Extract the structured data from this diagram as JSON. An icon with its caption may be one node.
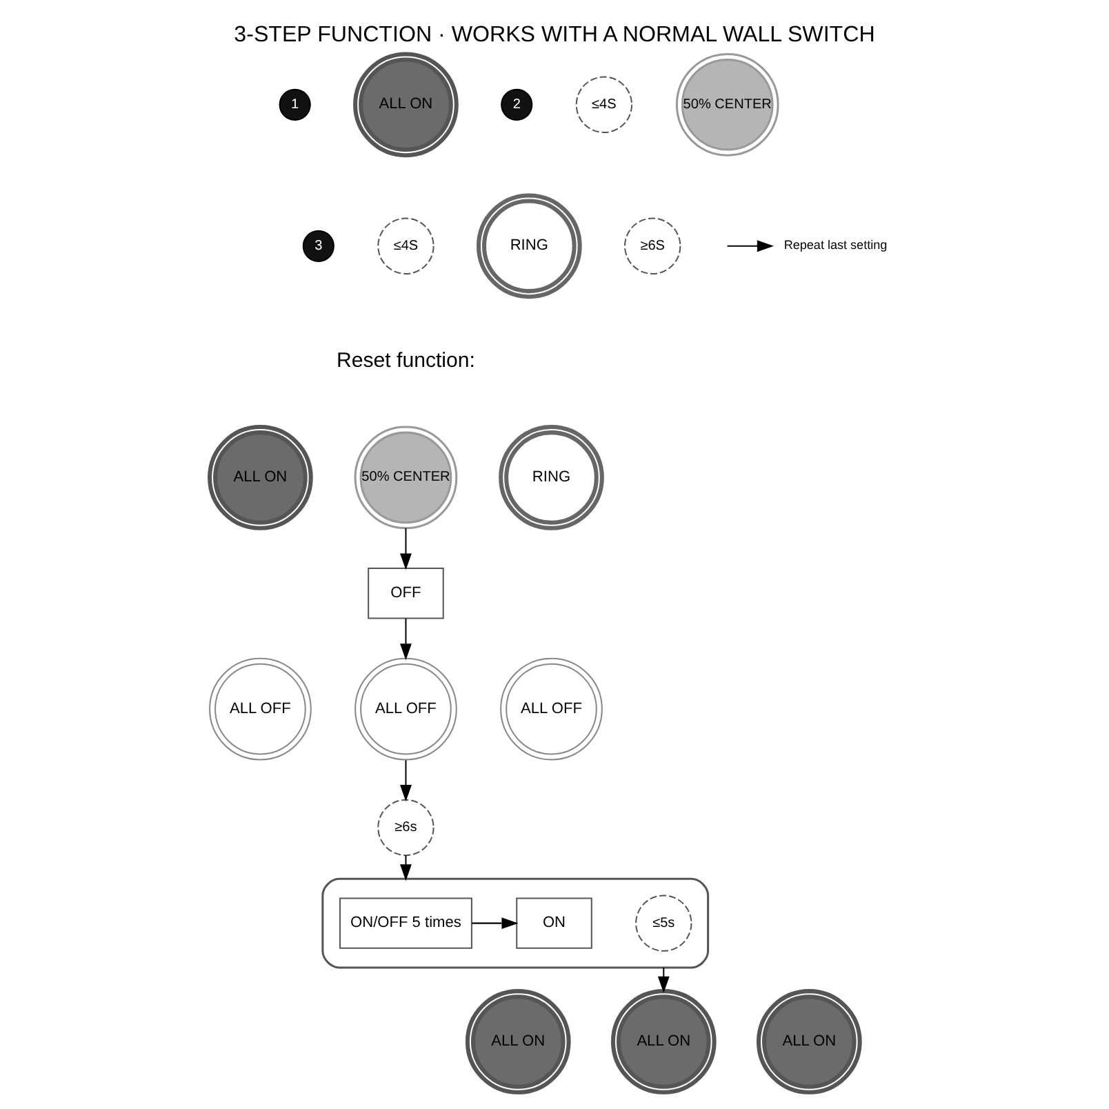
{
  "diagram": {
    "title": "3-STEP FUNCTION · WORKS WITH A NORMAL WALL SWITCH",
    "nodes": [
      {
        "text": [
          "ALL ON"
        ]
      },
      {
        "text": [
          "≤4S"
        ]
      },
      {
        "text": [
          "50% CENTER"
        ]
      },
      {
        "text": [
          "≤4S"
        ]
      },
      {
        "text": [
          "RING"
        ]
      },
      {
        "text": [
          "≥6S"
        ]
      },
      {
        "text": [
          "Repeat last setting"
        ]
      },
      {
        "text": [
          "ALL ON"
        ]
      },
      {
        "text": [
          "50% CENTER"
        ]
      },
      {
        "text": [
          "RING"
        ]
      },
      {
        "text": [
          "OFF"
        ]
      },
      {
        "text": [
          "ALL OFF"
        ]
      },
      {
        "text": [
          "ALL OFF"
        ]
      },
      {
        "text": [
          "ALL OFF"
        ]
      },
      {
        "text": [
          "≥6s"
        ]
      },
      {
        "text": [],
        "shape": "box"
      },
      {
        "text": [
          "ON/OFF 5 times"
        ],
        "in": 15
      },
      {
        "text": [
          "ON"
        ],
        "in": 15
      },
      {
        "text": [
          "≤5s"
        ],
        "in": 15
      },
      {
        "text": [
          "ALL ON"
        ]
      },
      {
        "text": [
          "ALL ON"
        ]
      },
      {
        "text": [
          "ALL ON"
        ]
      }
    ],
    "edges": [
      {
        "from": null,
        "to": 6,
        "arrow": "to"
      },
      {
        "from": 8,
        "to": 10,
        "arrow": "to"
      },
      {
        "from": 10,
        "to": 12,
        "arrow": "to"
      },
      {
        "from": 12,
        "to": 14,
        "arrow": "to"
      },
      {
        "from": 14,
        "to": 15,
        "arrow": "to"
      },
      {
        "from": 16,
        "to": 17,
        "arrow": "to"
      },
      {
        "from": 15,
        "to": 20,
        "arrow": "to"
      }
    ],
    "labels": [
      "1",
      "2",
      "3",
      "Reset function:"
    ]
  }
}
